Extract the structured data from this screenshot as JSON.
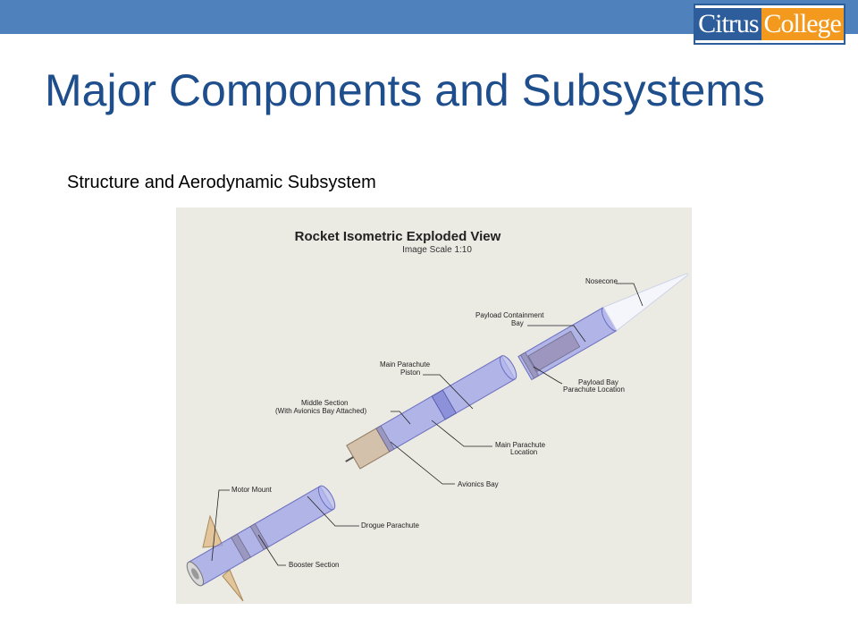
{
  "header": {
    "logo_part1": "Citrus",
    "logo_part2": "College"
  },
  "slide": {
    "title": "Major Components and Subsystems",
    "subtitle": "Structure and Aerodynamic Subsystem"
  },
  "diagram": {
    "title": "Rocket Isometric Exploded View",
    "scale": "Image Scale 1:10",
    "labels": {
      "nosecone": "Nosecone",
      "payload_containment_1": "Payload Containment",
      "payload_containment_2": "Bay",
      "payload_parachute_1": "Payload Bay",
      "payload_parachute_2": "Parachute Location",
      "main_piston_1": "Main Parachute",
      "main_piston_2": "Piston",
      "middle_section_1": "Middle Section",
      "middle_section_2": "(With Avionics Bay Attached)",
      "main_location_1": "Main Parachute",
      "main_location_2": "Location",
      "avionics_bay": "Avionics Bay",
      "motor_mount": "Motor Mount",
      "drogue_parachute": "Drogue Parachute",
      "booster_section": "Booster Section"
    }
  },
  "colors": {
    "top_bar": "#4f81bd",
    "title": "#1f4e8c",
    "logo_blue": "#2d5d9a",
    "logo_orange": "#f39a1e",
    "figure_bg": "#ebeae3"
  }
}
